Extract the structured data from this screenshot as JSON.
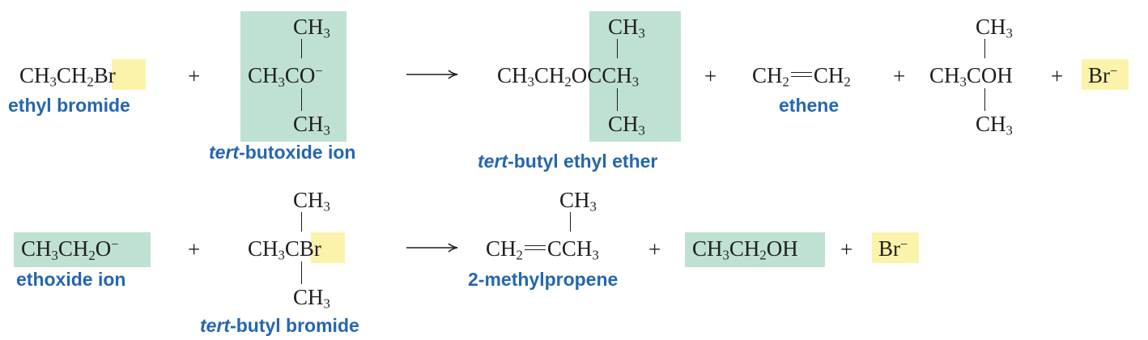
{
  "row1": {
    "reactant1": {
      "formula": "CH3CH2Br",
      "name": "ethyl bromide"
    },
    "reactant2": {
      "top": "CH3",
      "middle": "CH3CO−",
      "bottom": "CH3",
      "name_italic": "tert",
      "name_rest": "-butoxide ion"
    },
    "product1": {
      "top": "CH3",
      "middle": "CH3CH2OCCH3",
      "bottom": "CH3",
      "name_italic": "tert",
      "name_rest": "-butyl ethyl ether"
    },
    "product2": {
      "formula": "CH2=CH2",
      "name": "ethene"
    },
    "product3": {
      "top": "CH3",
      "middle": "CH3COH",
      "bottom": "CH3"
    },
    "product4": {
      "formula": "Br−"
    }
  },
  "row2": {
    "reactant1": {
      "formula": "CH3CH2O−",
      "name": "ethoxide ion"
    },
    "reactant2": {
      "top": "CH3",
      "middle": "CH3CBr",
      "bottom": "CH3",
      "name_italic": "tert",
      "name_rest": "-butyl bromide"
    },
    "product1": {
      "top": "CH3",
      "middle": "CH2=CCH3",
      "name": "2-methylpropene"
    },
    "product2": {
      "formula": "CH3CH2OH"
    },
    "product3": {
      "formula": "Br−"
    }
  },
  "symbols": {
    "plus": "+"
  },
  "colors": {
    "highlight_green": "#bfe1d2",
    "highlight_yellow": "#fbf3a9",
    "name_blue": "#2566b0"
  }
}
